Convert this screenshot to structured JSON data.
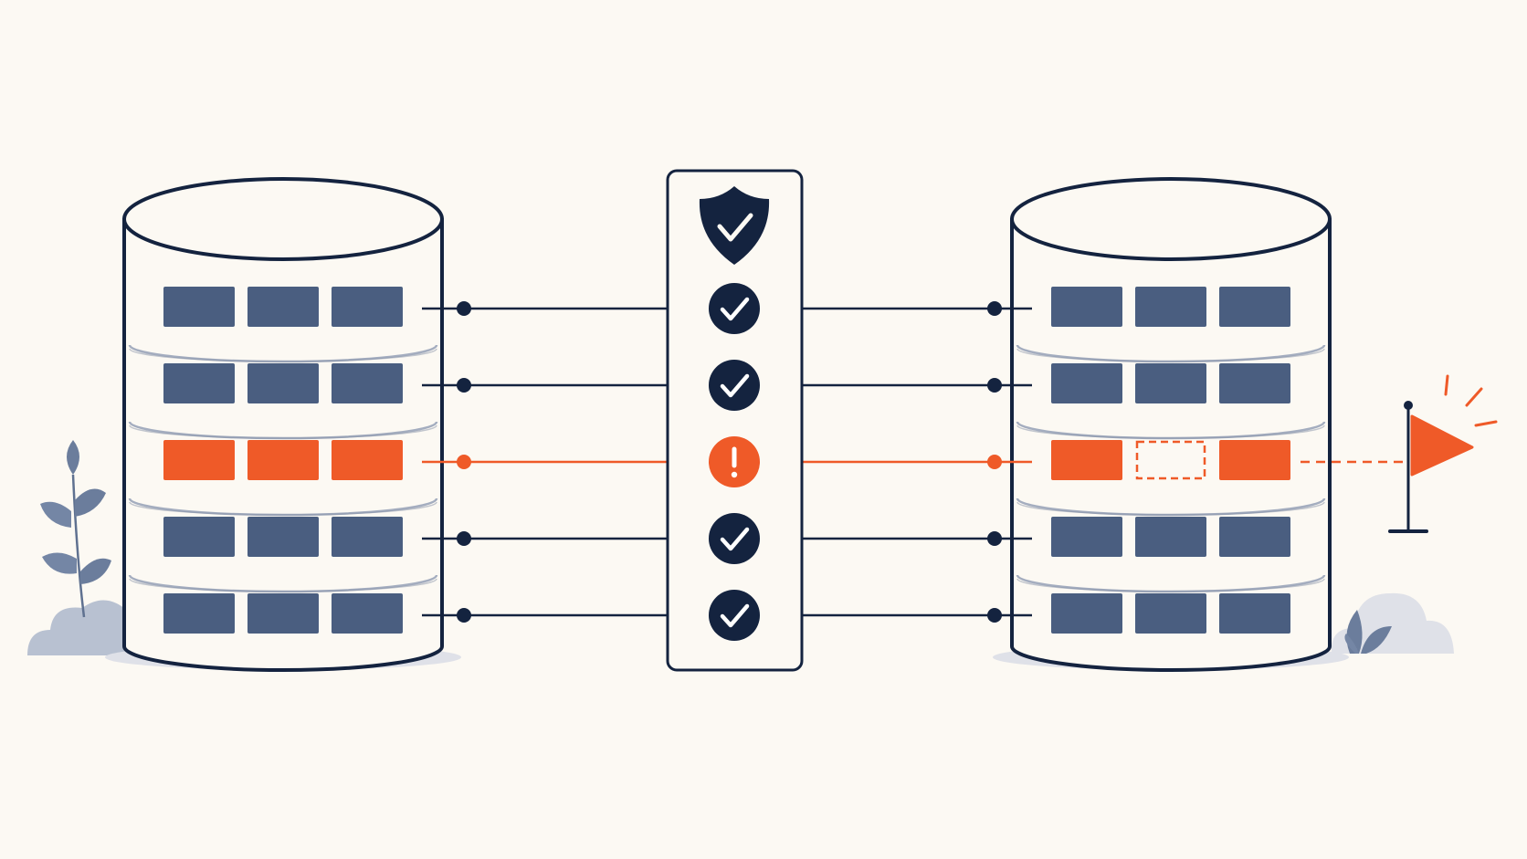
{
  "colors": {
    "background": "#fcf9f3",
    "outline": "#14233f",
    "record": "#4a5e80",
    "flagged": "#ef5a28",
    "shadow": "#dfe1e8",
    "foliage": "#7486a5",
    "bush": "#b8c1d1"
  },
  "source_db": {
    "rows": [
      {
        "status": "ok"
      },
      {
        "status": "ok"
      },
      {
        "status": "flagged"
      },
      {
        "status": "ok"
      },
      {
        "status": "ok"
      }
    ]
  },
  "target_db": {
    "rows": [
      {
        "status": "ok"
      },
      {
        "status": "ok"
      },
      {
        "status": "flagged",
        "missing_field": 2
      },
      {
        "status": "ok"
      },
      {
        "status": "ok"
      }
    ]
  },
  "validator": {
    "header_icon": "shield-check-icon",
    "row_icons": [
      "check-icon",
      "check-icon",
      "exclamation-icon",
      "check-icon",
      "check-icon"
    ]
  },
  "flag": {
    "icon": "flag-icon",
    "linked_row": 3
  }
}
